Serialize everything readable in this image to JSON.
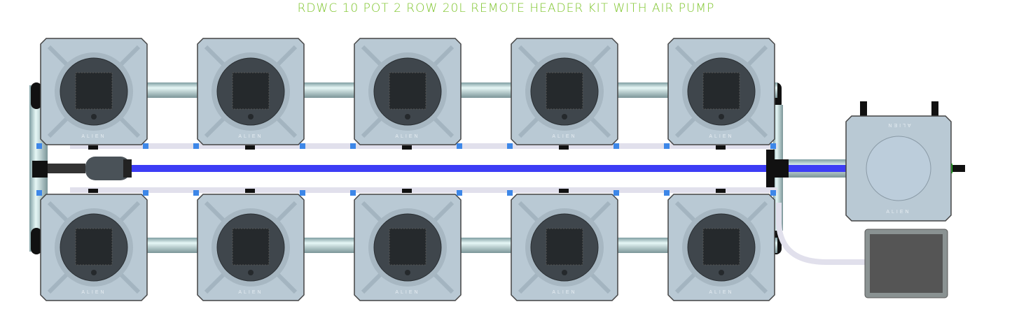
{
  "title": "RDWC 10 POT 2 ROW 20L REMOTE HEADER KIT WITH AIR PUMP",
  "brand": "ALIEN",
  "layout": {
    "rows": 2,
    "pots_per_row": 5,
    "pot_volume": "20L"
  },
  "colors": {
    "title": "#7dc42a",
    "pot": "#b9c9d4",
    "pot_dark": "#3f464c",
    "pipe": "#a7c7c9",
    "air_line": "#3d3df5",
    "tube": "#e1e0ec",
    "pump": "#585858"
  }
}
